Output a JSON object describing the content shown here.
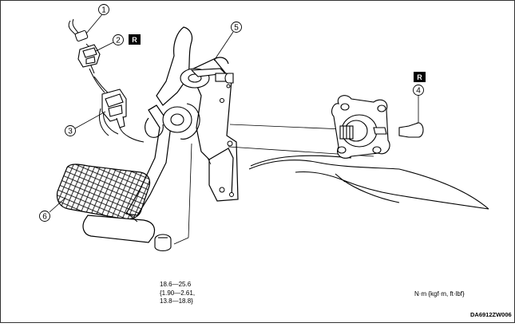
{
  "callouts": [
    {
      "number": "1"
    },
    {
      "number": "2",
      "badge": "R"
    },
    {
      "number": "3"
    },
    {
      "number": "4",
      "badge": "R"
    },
    {
      "number": "5"
    },
    {
      "number": "6"
    }
  ],
  "torque_spec": {
    "line1": "18.6—25.6",
    "line2": "{1.90—2.61,",
    "line3": "13.8—18.8}"
  },
  "units_note": "N·m {kgf·m, ft·lbf}",
  "figure_code": "DA6912ZW006"
}
